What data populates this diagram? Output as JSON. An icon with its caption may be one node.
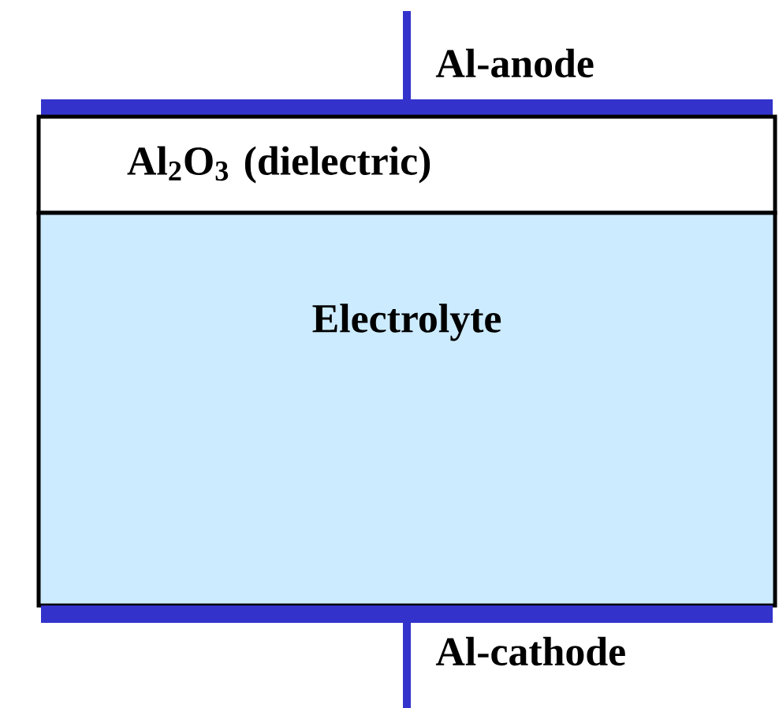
{
  "diagram": {
    "nodes": [
      {
        "text": [],
        "shape": "bar",
        "beside": [
          "Al-anode"
        ]
      },
      {
        "text": [
          "Al$_{2}$O$_{3}$ (dielectric)"
        ]
      },
      {
        "text": [
          "Electrolyte"
        ]
      },
      {
        "text": [],
        "shape": "bar",
        "beside": [
          "Al-cathode"
        ]
      }
    ],
    "edges": [
      {
        "from": null,
        "to": 0,
        "arrow": "none"
      },
      {
        "from": 3,
        "to": null,
        "arrow": "none"
      }
    ]
  }
}
